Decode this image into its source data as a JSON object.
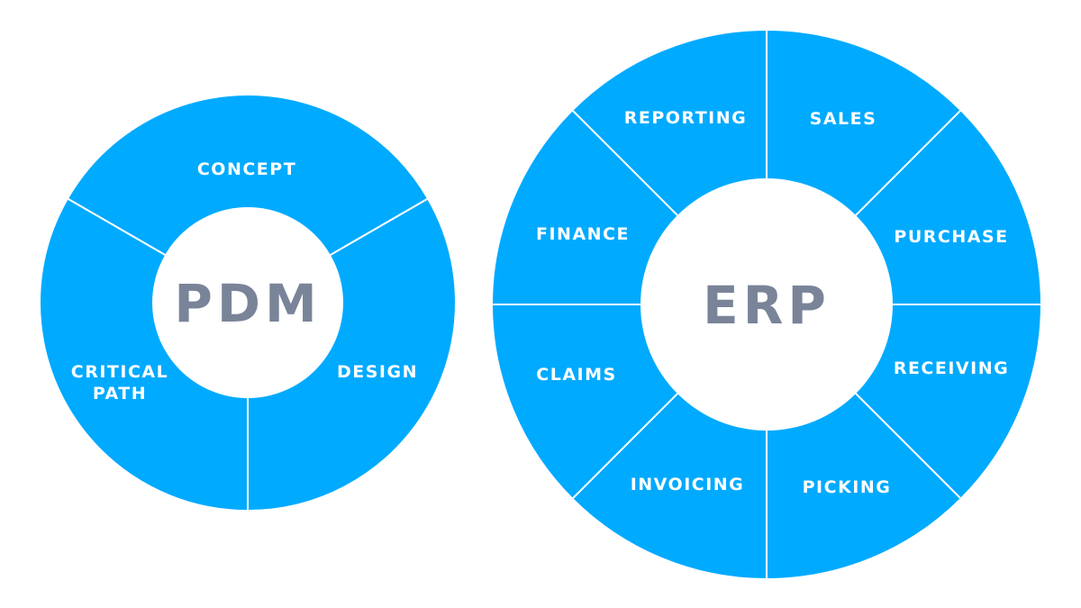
{
  "colors": {
    "segment_fill": "#00aaff",
    "divider": "#ffffff",
    "segment_text": "#ffffff",
    "hub_fill": "#ffffff",
    "hub_text": "#7a8499"
  },
  "diagrams": [
    {
      "id": "pdm",
      "hub_label": "PDM",
      "segments": [
        {
          "id": "concept",
          "lines": [
            "CONCEPT"
          ]
        },
        {
          "id": "design",
          "lines": [
            "DESIGN"
          ]
        },
        {
          "id": "critical-path",
          "lines": [
            "CRITICAL",
            "PATH"
          ]
        }
      ]
    },
    {
      "id": "erp",
      "hub_label": "ERP",
      "segments": [
        {
          "id": "sales",
          "lines": [
            "SALES"
          ]
        },
        {
          "id": "purchase",
          "lines": [
            "PURCHASE"
          ]
        },
        {
          "id": "receiving",
          "lines": [
            "RECEIVING"
          ]
        },
        {
          "id": "picking",
          "lines": [
            "PICKING"
          ]
        },
        {
          "id": "invoicing",
          "lines": [
            "INVOICING"
          ]
        },
        {
          "id": "claims",
          "lines": [
            "CLAIMS"
          ]
        },
        {
          "id": "finance",
          "lines": [
            "FINANCE"
          ]
        },
        {
          "id": "reporting",
          "lines": [
            "REPORTING"
          ]
        }
      ]
    }
  ]
}
